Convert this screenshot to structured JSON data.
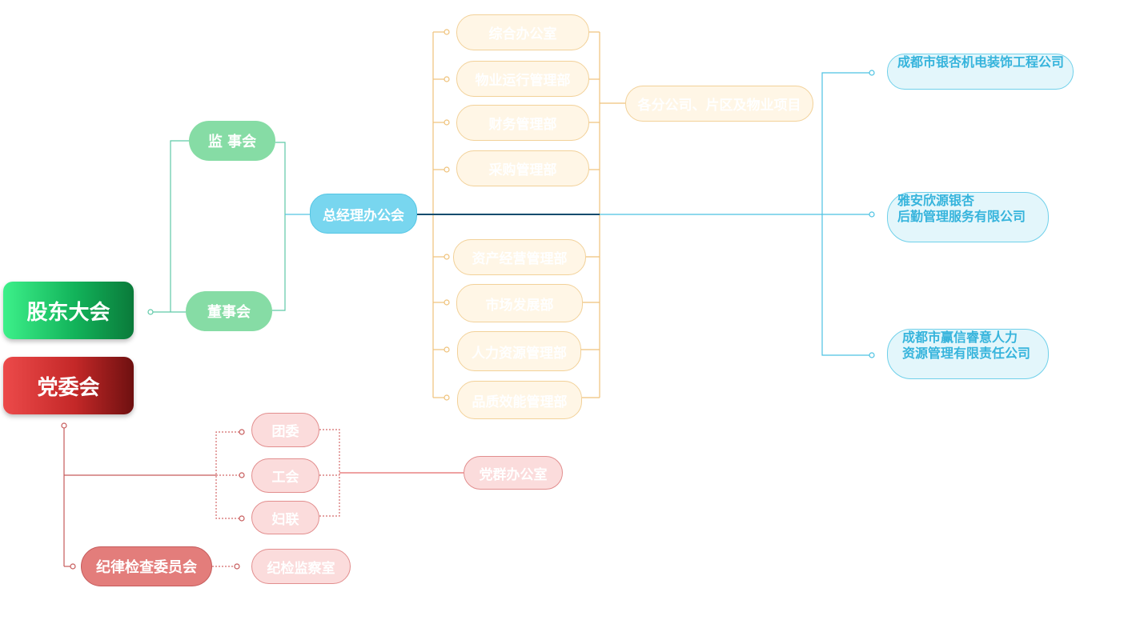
{
  "colors": {
    "green_accent": "#86dca5",
    "blue_accent": "#78d6ef",
    "orange_accent": "#f2d199",
    "company_accent": "#36b4dc",
    "red_accent": "#e37d7b",
    "main_line": "#0f4c6e"
  },
  "nodes": {
    "shareholders_meeting": "股东大会",
    "party_committee": "党委会",
    "supervisory_board": "监 事会",
    "board_of_directors": "董事会",
    "general_manager_office": "总经理办公会"
  },
  "departments": [
    "综合办公室",
    "物业运行管理部",
    "财务管理部",
    "采购管理部",
    "资产经营管理部",
    "市场发展部",
    "人力资源管理部",
    "品质效能管理部"
  ],
  "branches": "各分公司、片区及物业项目",
  "companies": [
    {
      "line1": "成都市银杏机电装饰工程公司",
      "line2": ""
    },
    {
      "line1": "雅安欣源银杏",
      "line2": "后勤管理服务有限公司"
    },
    {
      "line1": "成都市赢信睿意人力",
      "line2": "资源管理有限责任公司"
    }
  ],
  "party": {
    "youth_league": "团委",
    "labor_union": "工会",
    "womens_federation": "妇联",
    "party_office": "党群办公室",
    "discipline_committee": "纪律检查委员会",
    "inspection_office": "纪检监察室"
  }
}
